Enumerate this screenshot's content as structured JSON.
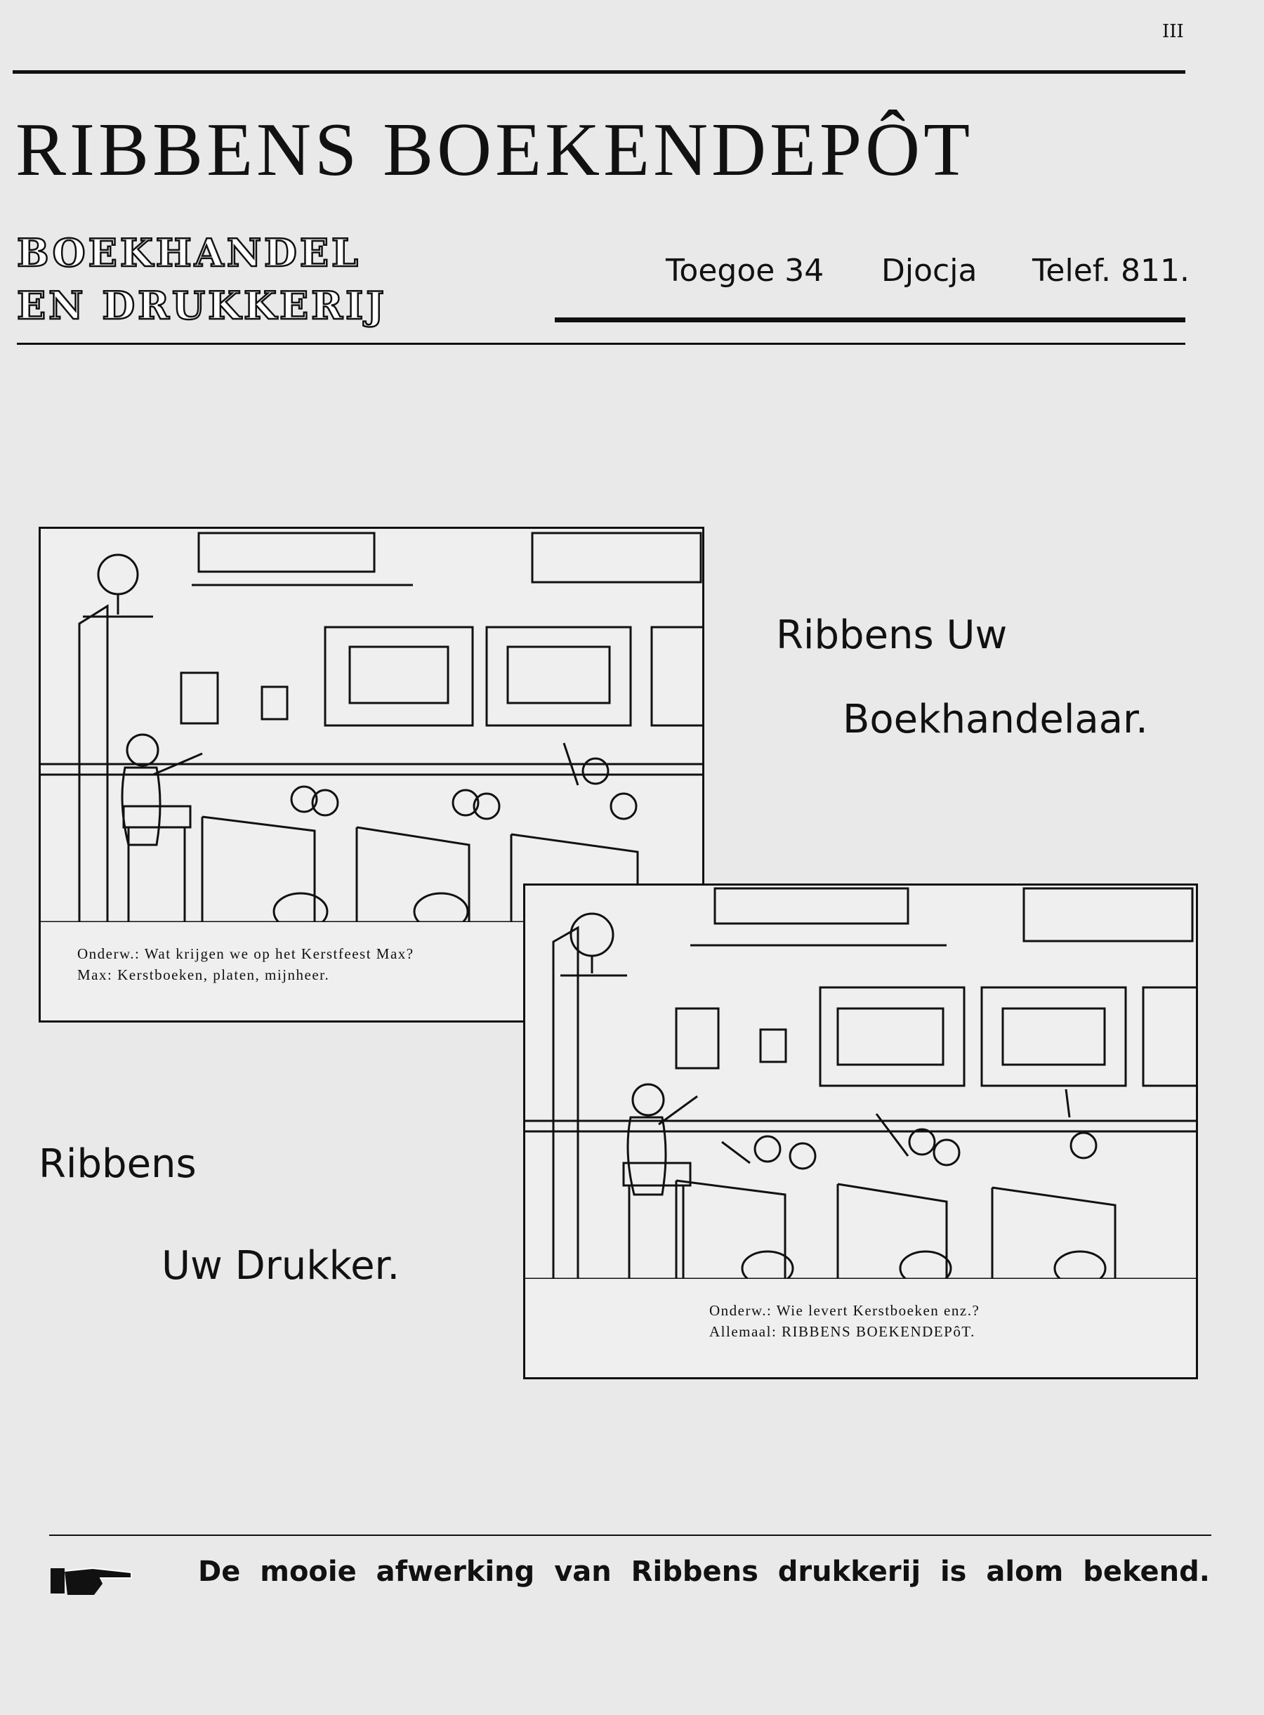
{
  "page_number": "III",
  "header": {
    "title": "RIBBENS BOEKENDEPÔT",
    "subtitle_line1": "BOEKHANDEL",
    "subtitle_line2": "EN DRUKKERIJ",
    "street": "Toegoe 34",
    "city": "Djocja",
    "phone": "Telef. 811."
  },
  "slogans": {
    "right_line1": "Ribbens Uw",
    "right_line2": "Boekhandelaar.",
    "left_line1": "Ribbens",
    "left_line2": "Uw Drukker."
  },
  "cartoons": [
    {
      "caption_line1": "Onderw.: Wat krijgen we op het Kerstfeest Max?",
      "caption_line2": "Max: Kerstboeken, platen, mijnheer."
    },
    {
      "caption_line1": "Onderw.: Wie levert Kerstboeken enz.?",
      "caption_line2": "Allemaal: RIBBENS BOEKENDEPôT."
    }
  ],
  "footer": {
    "icon": "pointing-hand-icon",
    "text": "De mooie afwerking van Ribbens drukkerij is alom bekend."
  }
}
